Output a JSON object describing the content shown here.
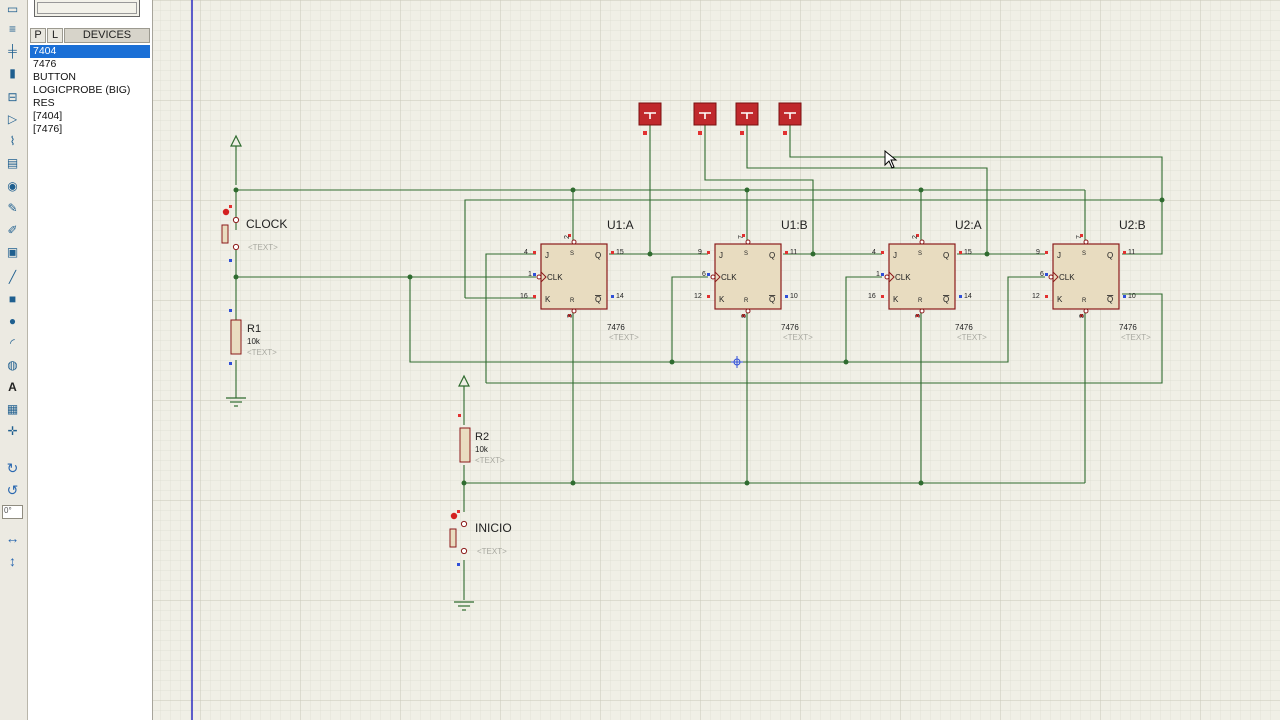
{
  "panel": {
    "tab_p": "P",
    "tab_l": "L",
    "devices_title": "DEVICES",
    "devices": [
      "7404",
      "7476",
      "BUTTON",
      "LOGICPROBE (BIG)",
      "RES",
      "[7404]",
      "[7476]"
    ],
    "selected_index": 0
  },
  "toolbar": {
    "rotation_value": "0°"
  },
  "schematic": {
    "clock_label": "CLOCK",
    "text_placeholder": "<TEXT>",
    "r1": {
      "name": "R1",
      "value": "10k"
    },
    "r2": {
      "name": "R2",
      "value": "10k"
    },
    "inicio_label": "INICIO",
    "flipflops": [
      {
        "ref": "U1:A",
        "type": "7476",
        "pin_j": "4",
        "pin_clk": "1",
        "pin_k": "16",
        "pin_q": "15",
        "pin_qn": "14",
        "pin_s": "2",
        "pin_r": "3"
      },
      {
        "ref": "U1:B",
        "type": "7476",
        "pin_j": "9",
        "pin_clk": "6",
        "pin_k": "12",
        "pin_q": "11",
        "pin_qn": "10",
        "pin_s": "7",
        "pin_r": "8"
      },
      {
        "ref": "U2:A",
        "type": "7476",
        "pin_j": "4",
        "pin_clk": "1",
        "pin_k": "16",
        "pin_q": "15",
        "pin_qn": "14",
        "pin_s": "2",
        "pin_r": "3"
      },
      {
        "ref": "U2:B",
        "type": "7476",
        "pin_j": "9",
        "pin_clk": "6",
        "pin_k": "12",
        "pin_q": "11",
        "pin_qn": "10",
        "pin_s": "7",
        "pin_r": "8"
      }
    ],
    "ff_labels": {
      "j": "J",
      "k": "K",
      "clk": "CLK",
      "q": "Q",
      "qbar": "Q",
      "s": "S",
      "r": "R"
    },
    "probe_count": 4,
    "colors": {
      "wire": "#2f6b2f",
      "component": "#8b1a1a",
      "probe": "#c0282c",
      "pin_red": "#e23030",
      "pin_blue": "#2f4fd8",
      "grid": "#d9d8cc",
      "grid_major": "#c9c8ba"
    }
  }
}
